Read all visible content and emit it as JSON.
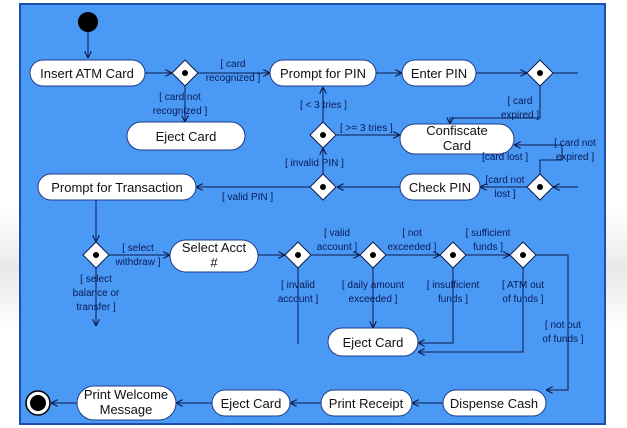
{
  "colors": {
    "canvas": "#4a99f5",
    "frame": "#1f4fae",
    "node_fill": "#ffffff",
    "edge": "#0d1a4a",
    "text": "#111111"
  },
  "nodes": {
    "insert_card": "Insert ATM Card",
    "prompt_pin": "Prompt for PIN",
    "enter_pin": "Enter PIN",
    "eject_card_1": "Eject Card",
    "confiscate_card": [
      "Confiscate",
      "Card"
    ],
    "prompt_transaction": "Prompt for Transaction",
    "check_pin": "Check PIN",
    "select_acct": [
      "Select Acct",
      "#"
    ],
    "eject_card_2": "Eject Card",
    "dispense_cash": "Dispense Cash",
    "print_receipt": "Print Receipt",
    "eject_card_3": "Eject Card",
    "print_welcome": [
      "Print Welcome",
      "Message"
    ]
  },
  "guards": {
    "card_recognized": [
      "[ card",
      "recognized ]"
    ],
    "card_not_recognized": [
      "[ card not",
      "recognized ]"
    ],
    "lt_3_tries": "[ < 3 tries ]",
    "gte_3_tries": "[ >= 3 tries ]",
    "invalid_pin": "[ invalid PIN ]",
    "card_expired": [
      "[ card",
      "expired ]"
    ],
    "card_not_expired": [
      "[ card not",
      "expired ]"
    ],
    "card_lost": "[card lost ]",
    "card_not_lost": [
      "[card not",
      "lost ]"
    ],
    "valid_pin": "[ valid PIN ]",
    "select_withdraw": [
      "[ select",
      "withdraw ]"
    ],
    "select_balance": [
      "[ select",
      "balance or",
      "transfer ]"
    ],
    "valid_account": [
      "[ valid",
      "account ]"
    ],
    "not_exceeded": [
      "[ not",
      "exceeded ]"
    ],
    "sufficient_funds": [
      "[ sufficient",
      "funds ]"
    ],
    "invalid_account": [
      "[ invalid",
      "account ]"
    ],
    "daily_amount_exceeded": [
      "[ daily amount",
      "exceeded ]"
    ],
    "insufficient_funds": [
      "[ insufficient",
      "funds ]"
    ],
    "atm_out_of_funds": [
      "[ ATM out",
      "of funds ]"
    ],
    "not_out_of_funds": [
      "[ not out",
      "of funds ]"
    ]
  }
}
